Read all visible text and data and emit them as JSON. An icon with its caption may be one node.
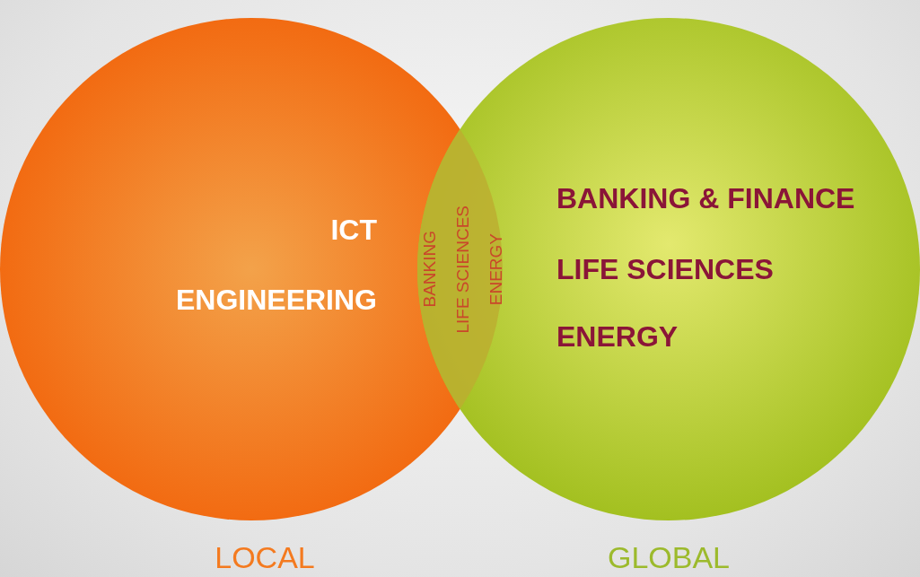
{
  "diagram": {
    "nodes": [
      {
        "text": [
          "ICT",
          "ENGINEERING",
          "LOCAL"
        ]
      },
      {
        "text": [
          "BANKING & FINANCE",
          "LIFE SCIENCES",
          "ENERGY",
          "GLOBAL"
        ]
      },
      {
        "text": [
          "BANKING",
          "LIFE SCIENCES",
          "ENERGY"
        ]
      }
    ],
    "edges": []
  }
}
